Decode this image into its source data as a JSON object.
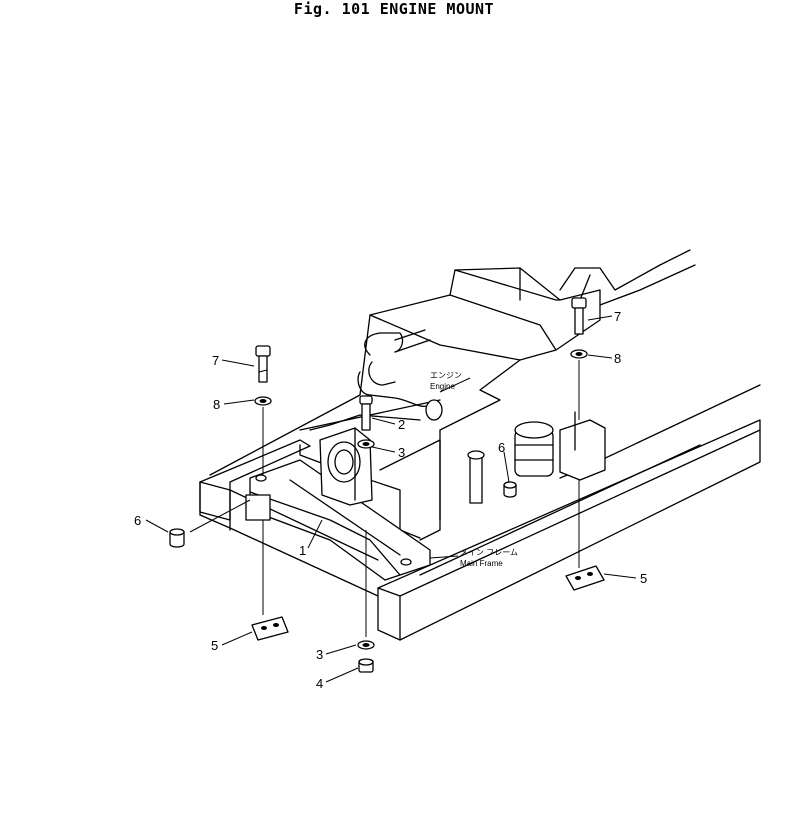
{
  "title": "Fig. 101   ENGINE MOUNT",
  "labels": {
    "engine_jp": "エンジン",
    "engine_en": "Engine",
    "frame_jp": "メイン フレーム",
    "frame_en": "Main Frame"
  },
  "callouts": [
    {
      "id": "7a",
      "text": "7"
    },
    {
      "id": "8a",
      "text": "8"
    },
    {
      "id": "6a",
      "text": "6"
    },
    {
      "id": "1",
      "text": "1"
    },
    {
      "id": "5a",
      "text": "5"
    },
    {
      "id": "3a",
      "text": "3"
    },
    {
      "id": "4",
      "text": "4"
    },
    {
      "id": "2",
      "text": "2"
    },
    {
      "id": "3b",
      "text": "3"
    },
    {
      "id": "6b",
      "text": "6"
    },
    {
      "id": "7b",
      "text": "7"
    },
    {
      "id": "8b",
      "text": "8"
    },
    {
      "id": "5b",
      "text": "5"
    }
  ]
}
